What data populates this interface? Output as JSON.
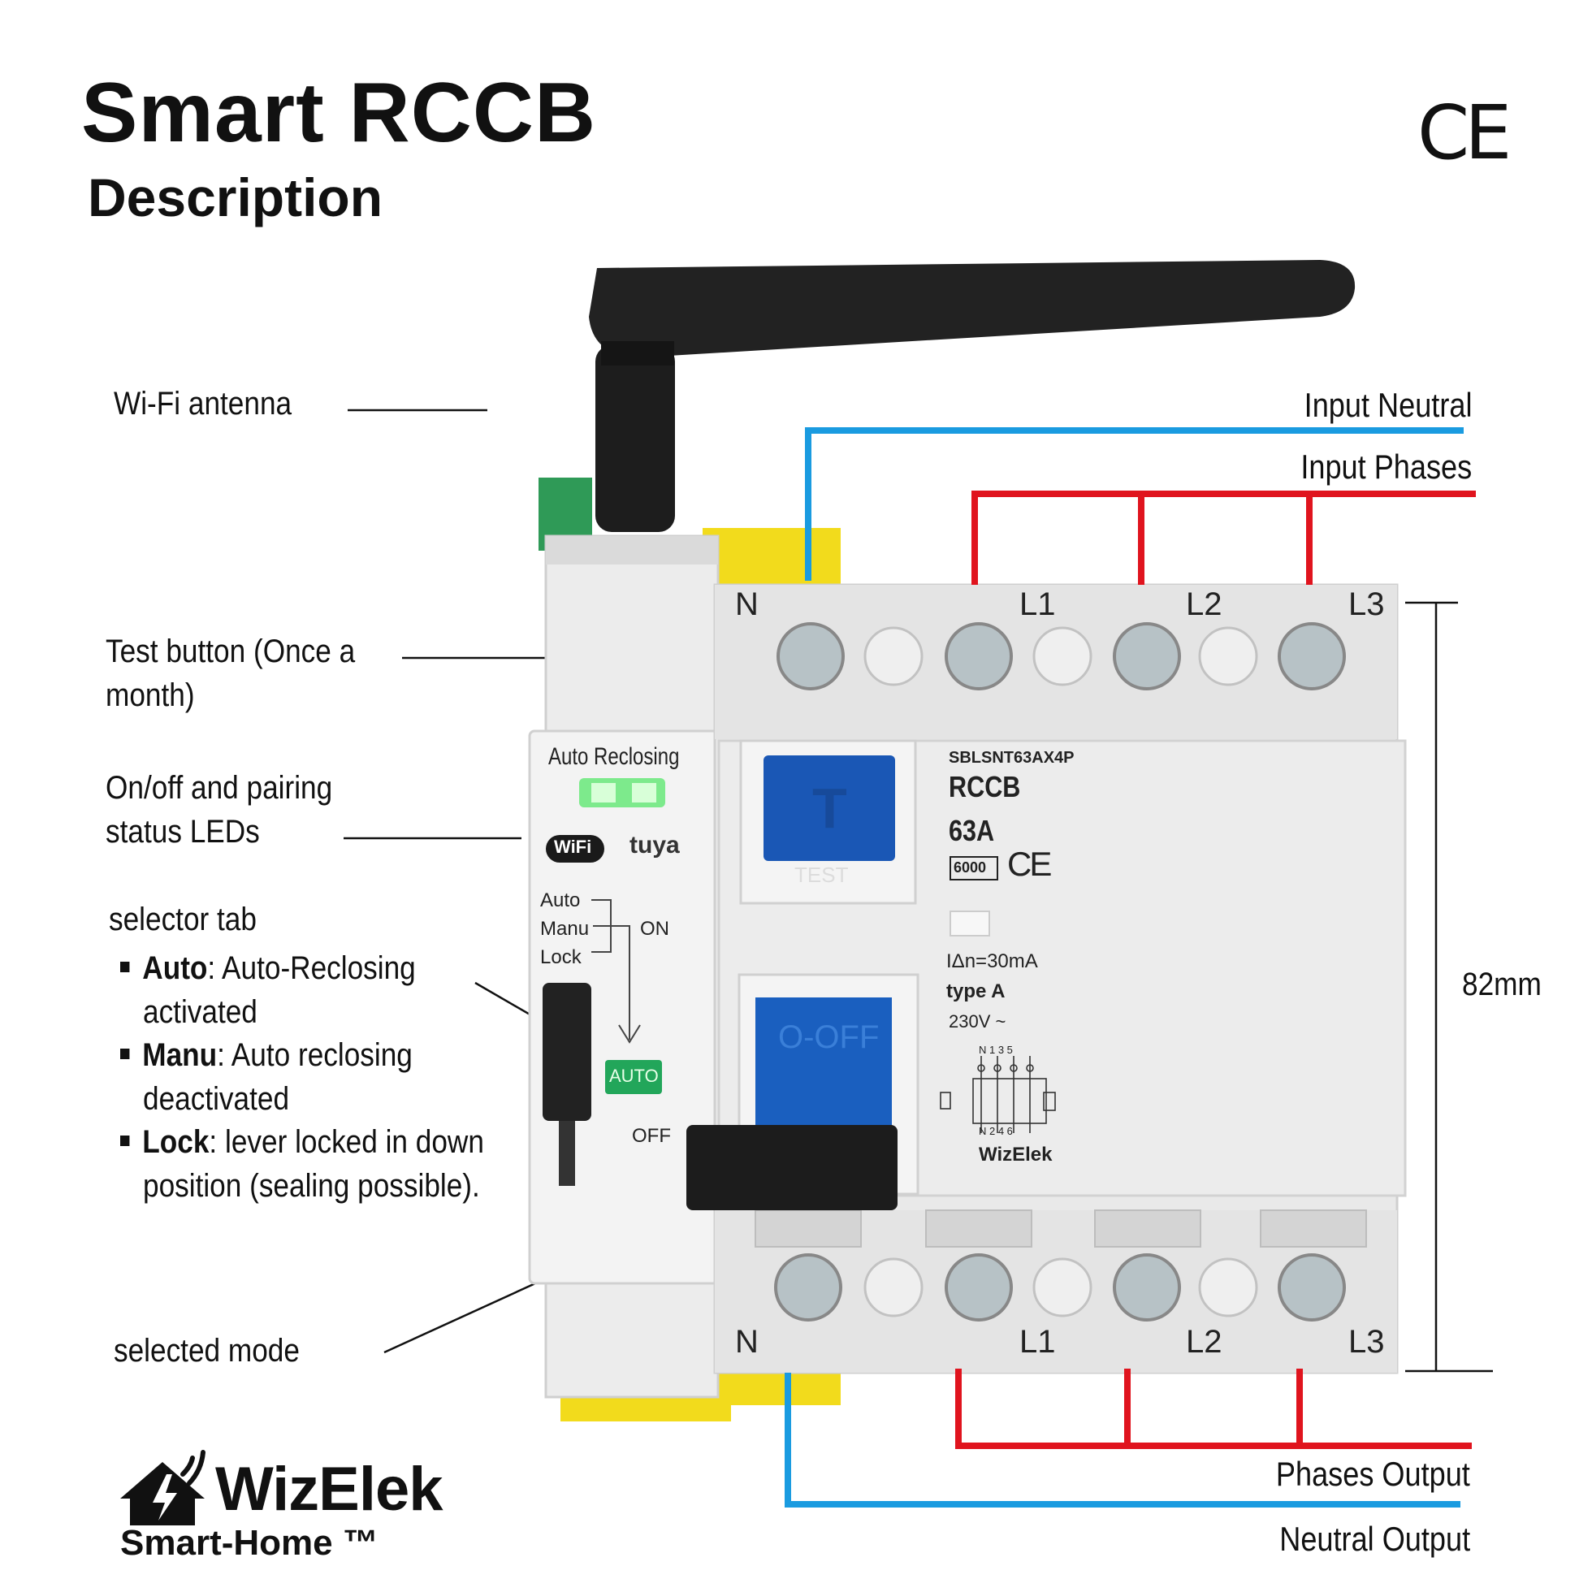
{
  "header": {
    "title": "Smart RCCB",
    "subtitle": "Description",
    "ce_mark": "CE"
  },
  "labels": {
    "wifi_antenna": "Wi-Fi antenna",
    "test_button_line1": "Test button (Once a",
    "test_button_line2": "month)",
    "leds_line1": "On/off and pairing",
    "leds_line2": "status LEDs",
    "selector_tab": "selector tab",
    "selected_mode": "selected mode",
    "dimension": "82mm"
  },
  "selector_modes": [
    {
      "name": "Auto",
      "desc_line1": ": Auto-Reclosing",
      "desc_line2": "activated"
    },
    {
      "name": "Manu",
      "desc_line1": ": Auto reclosing",
      "desc_line2": "deactivated"
    },
    {
      "name": "Lock",
      "desc_line1": ": lever locked in down",
      "desc_line2": "position (sealing possible)."
    }
  ],
  "wires": {
    "input_neutral": "Input Neutral",
    "input_phases": "Input Phases",
    "phases_output": "Phases Output",
    "neutral_output": "Neutral Output",
    "neutral_color": "#1a9be0",
    "phase_color": "#e0141e"
  },
  "device": {
    "module_title": "Auto Reclosing",
    "wifi_badge": "WiFi",
    "tuya_badge": "tuya",
    "mode_auto": "Auto",
    "mode_manu": "Manu",
    "mode_lock": "Lock",
    "on_label": "ON",
    "off_label": "OFF",
    "auto_indicator": "AUTO",
    "model": "SBLSNT63AX4P",
    "type": "RCCB",
    "rating": "63A",
    "breaking_capacity": "6000",
    "sensitivity": "IΔn=30mA",
    "rcd_type": "type A",
    "voltage": "230V ~",
    "maker": "WizElek",
    "test_button": "T",
    "test_caption": "TEST",
    "lever_label": "O-OFF",
    "terminals_top": [
      "N",
      "L1",
      "L2",
      "L3"
    ],
    "terminals_bottom": [
      "N",
      "L1",
      "L2",
      "L3"
    ],
    "diagram_top": "N 1 3 5",
    "diagram_bottom": "N 2 4 6"
  },
  "brand": {
    "name": "WizElek",
    "tagline": "Smart-Home ™"
  }
}
